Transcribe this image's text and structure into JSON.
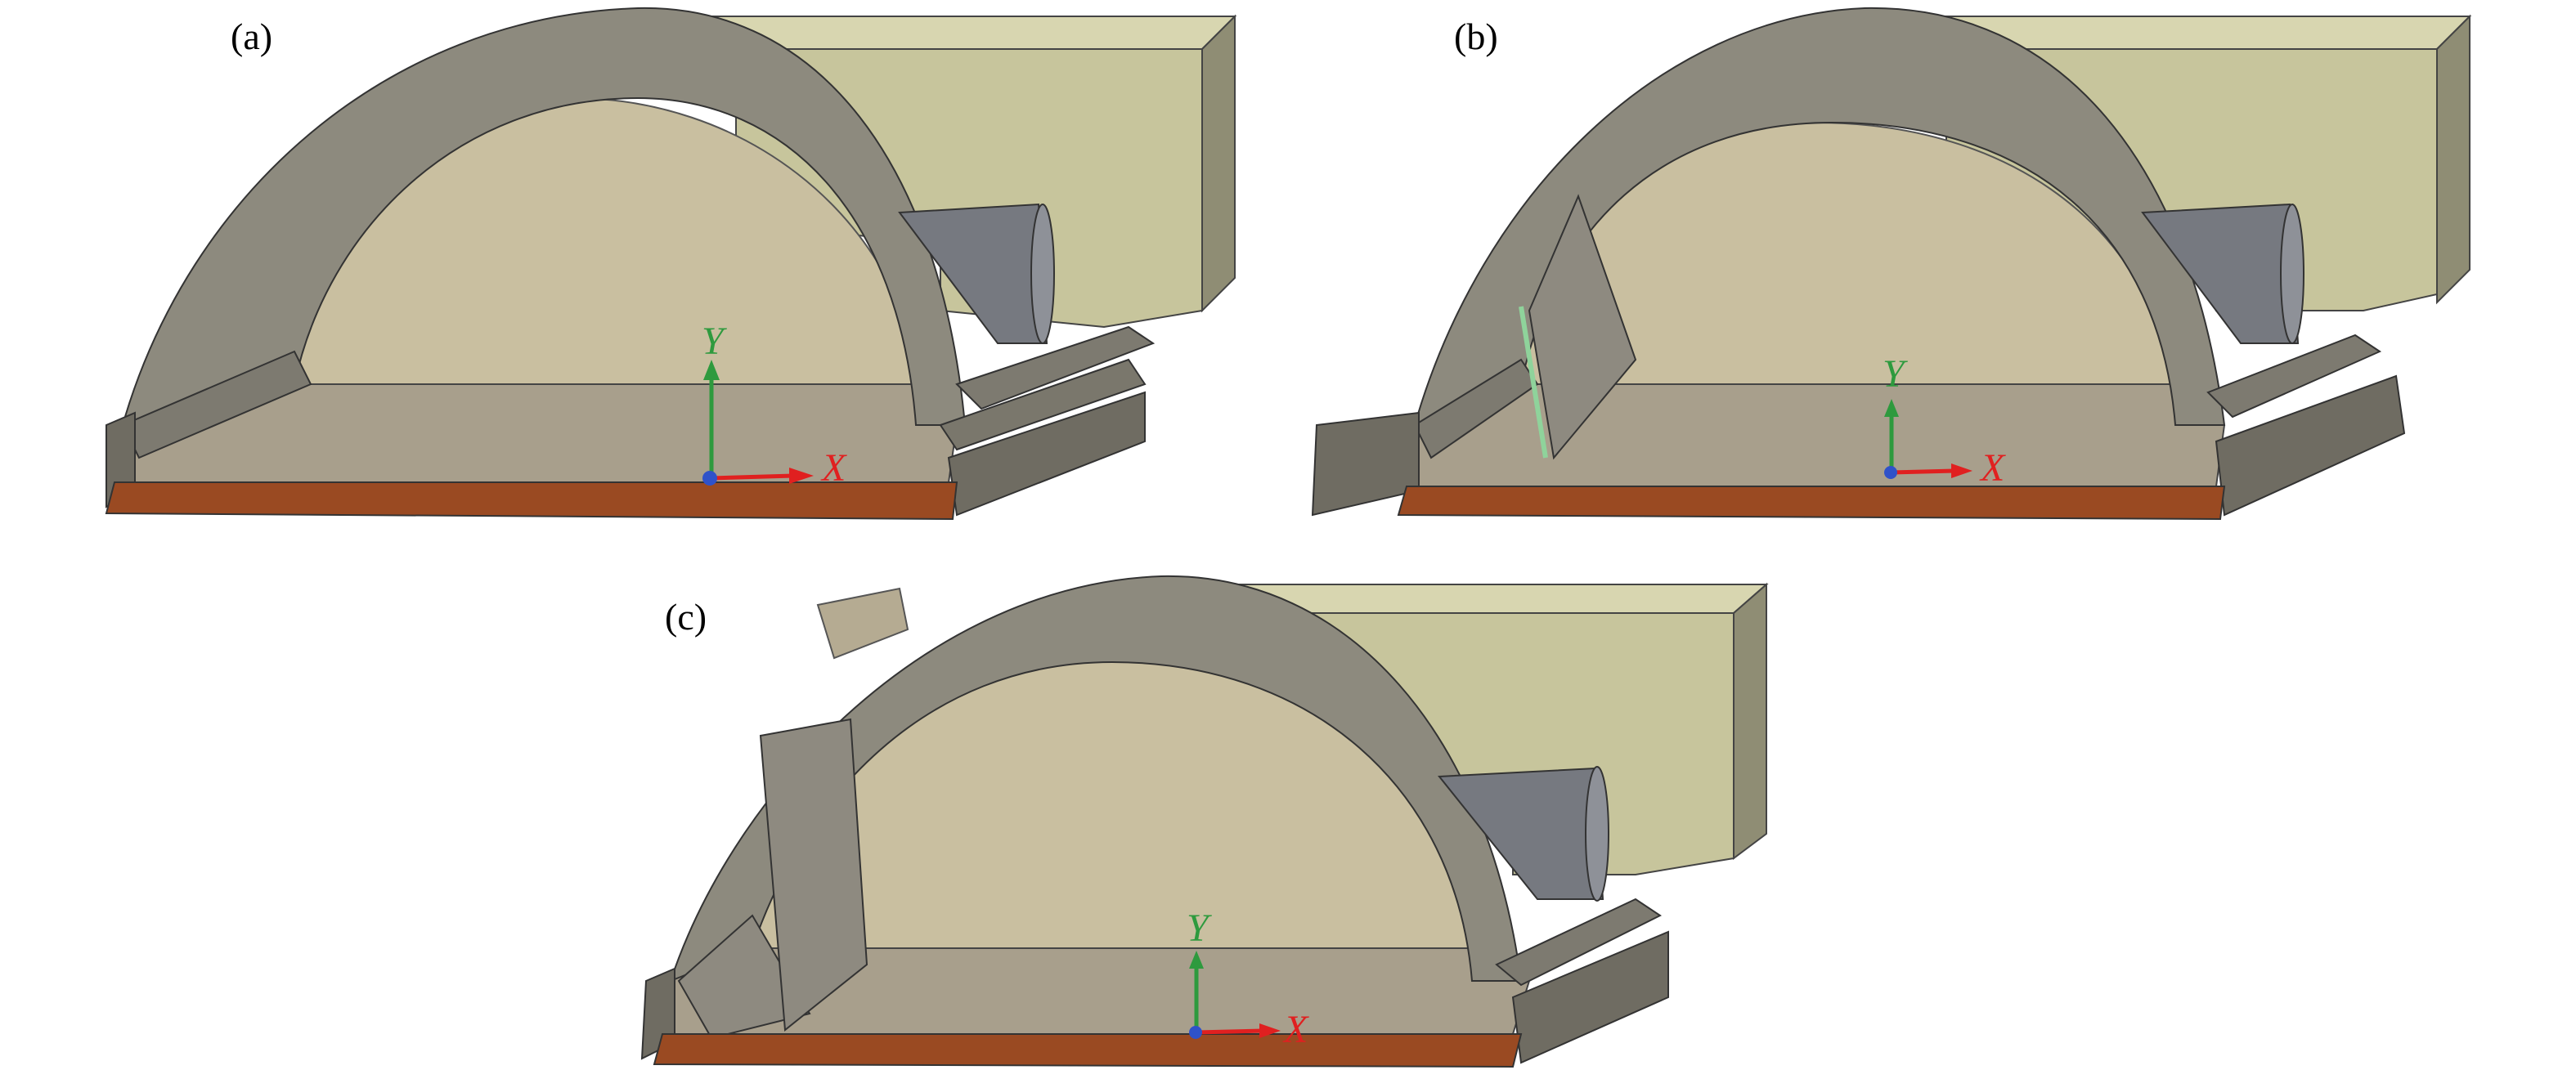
{
  "panels": {
    "a": {
      "label": "(a)",
      "x_axis": "X",
      "y_axis": "Y"
    },
    "b": {
      "label": "(b)",
      "x_axis": "X",
      "y_axis": "Y"
    },
    "c": {
      "label": "(c)",
      "x_axis": "X",
      "y_axis": "Y"
    }
  },
  "colors": {
    "shell": "#8d8a7e",
    "shell_dark": "#6f6c62",
    "interior": "#c9bfa0",
    "floor": "#a89f8c",
    "floor_strip": "#9a4a22",
    "box": "#c7c59c",
    "box_side": "#8f8d74",
    "nozzle": "#767980",
    "baffle": "#8e8a80",
    "baffle_edge": "#8fd39b",
    "axis_x": "#e02020",
    "axis_y": "#2e9a3e",
    "origin": "#2f52c9"
  }
}
